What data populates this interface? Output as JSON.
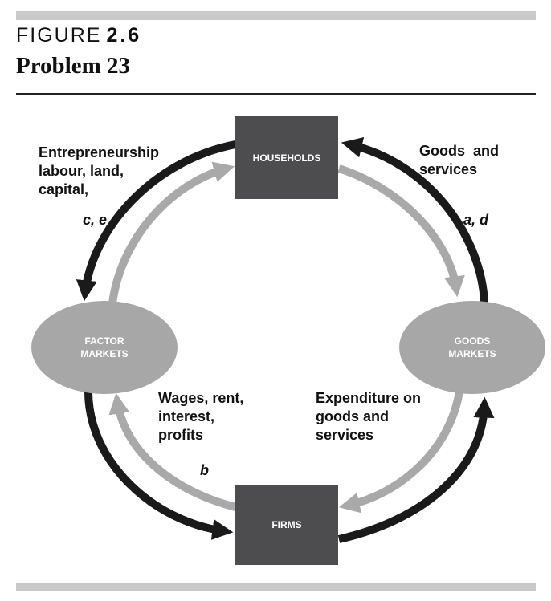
{
  "figure": {
    "label": "FIGURE",
    "number": "2.6",
    "title": "Problem 23"
  },
  "nodes": {
    "households": "HOUSEHOLDS",
    "firms": "FIRMS",
    "factor_markets": [
      "FACTOR",
      "MARKETS"
    ],
    "goods_markets": [
      "GOODS",
      "MARKETS"
    ]
  },
  "labels": {
    "factors": [
      "Entrepreneurship",
      "labour, land,",
      "capital,"
    ],
    "goods": [
      "Goods  and",
      "services"
    ],
    "incomes": [
      "Wages, rent,",
      "interest,",
      "profits"
    ],
    "expenditure": [
      "Expenditure on",
      "goods and",
      "services"
    ]
  },
  "letters": {
    "c_e": "c, e",
    "a_d": "a, d",
    "b": "b"
  },
  "colors": {
    "box": "#4d4d4f",
    "ellipse": "#a7a7a7",
    "dark_arrow": "#1a1a1a",
    "light_arrow": "#a9a9a9"
  }
}
